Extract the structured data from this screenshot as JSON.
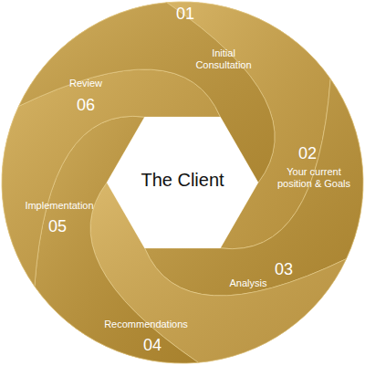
{
  "diagram": {
    "nodes": [
      {
        "text": [
          "01",
          "Initial Consultation"
        ]
      },
      {
        "text": [
          "02",
          "Your current position & Goals"
        ]
      },
      {
        "text": [
          "03",
          "Analysis"
        ]
      },
      {
        "text": [
          "04",
          "Recommendations"
        ]
      },
      {
        "text": [
          "05",
          "Implementation"
        ]
      },
      {
        "text": [
          "06",
          "Review"
        ]
      },
      {
        "text": [
          "The Client"
        ]
      }
    ]
  }
}
